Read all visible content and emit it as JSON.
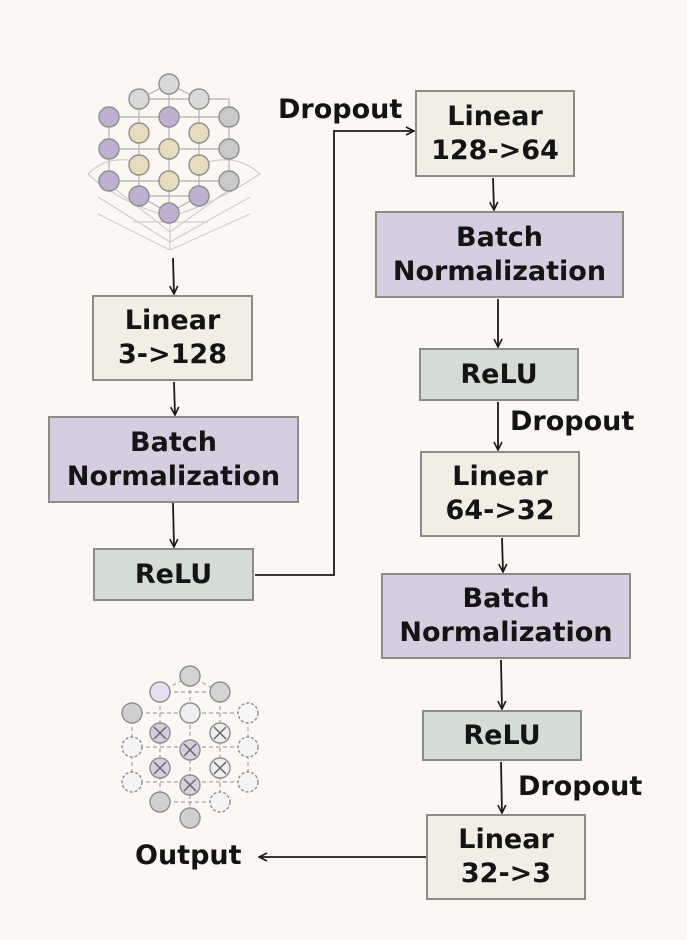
{
  "left_column": {
    "linear": {
      "line1": "Linear",
      "line2": "3->128"
    },
    "bn": {
      "line1": "Batch",
      "line2": "Normalization"
    },
    "relu": "ReLU"
  },
  "right_column": {
    "linear1": {
      "line1": "Linear",
      "line2": "128->64"
    },
    "bn1": {
      "line1": "Batch",
      "line2": "Normalization"
    },
    "relu1": "ReLU",
    "linear2": {
      "line1": "Linear",
      "line2": "64->32"
    },
    "bn2": {
      "line1": "Batch",
      "line2": "Normalization"
    },
    "relu2": "ReLU",
    "linear3": {
      "line1": "Linear",
      "line2": "32->3"
    }
  },
  "labels": {
    "dropout_top": "Dropout",
    "dropout_mid": "Dropout",
    "dropout_bottom": "Dropout",
    "output": "Output"
  },
  "colors": {
    "linear_fill": "#f1eee3",
    "batchnorm_fill": "#d6cde0",
    "relu_fill": "#d4ddd5",
    "neuron_purple": "#bfb0d1",
    "neuron_yellow": "#e6dcbd",
    "neuron_gray": "#c9c9c9"
  },
  "icons": {
    "input_network": "neural-network-icon",
    "output_network": "dropout-network-icon"
  }
}
